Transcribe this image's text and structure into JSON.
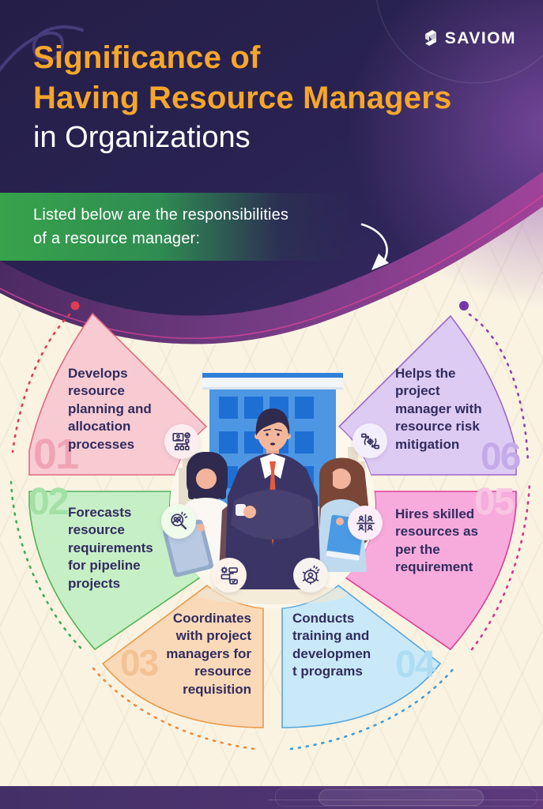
{
  "brand": {
    "name": "SAVIOM"
  },
  "header": {
    "title_line1": "Significance of",
    "title_line2": "Having Resource Managers",
    "title_line3": "in Organizations",
    "title_accent_color": "#F6A62B",
    "background_color": "#2A2350",
    "banner_text": "Listed below are the responsibilities\nof a resource manager:",
    "banner_green": "#37A34B"
  },
  "diagram": {
    "center_illustration": "resource-manager-with-team-in-front-of-office-building",
    "segments": [
      {
        "number": "01",
        "label": "Develops\nresource\nplanning and\nallocation\nprocesses",
        "fill": "#F8CBD3",
        "stroke": "#E4677E",
        "number_color": "#F0A4B3",
        "dash_color": "#E23C50",
        "icon": "resource-planning-icon",
        "icon_bg": "#FDEDF0"
      },
      {
        "number": "02",
        "label": "Forecasts\nresource\nrequirements\nfor pipeline\nprojects",
        "fill": "#C6EFC6",
        "stroke": "#55B158",
        "number_color": "#A3E0A6",
        "dash_color": "#3FAE5A",
        "icon": "forecast-icon",
        "icon_bg": "#EFFBEB"
      },
      {
        "number": "03",
        "label": "Coordinates\nwith project\nmanagers for\nresource\nrequisition",
        "fill": "#FAD9B8",
        "stroke": "#E89A49",
        "number_color": "#F3C295",
        "dash_color": "#EE8A3C",
        "icon": "coordination-icon",
        "icon_bg": "#FDF3EA"
      },
      {
        "number": "04",
        "label": "Conducts\ntraining and\ndevelopmen\nt programs",
        "fill": "#C9E9F8",
        "stroke": "#57A5D9",
        "number_color": "#AEDCF3",
        "dash_color": "#3E9AD6",
        "icon": "training-icon",
        "icon_bg": "#F7F3EE"
      },
      {
        "number": "05",
        "label": "Hires skilled\nresources as\nper the\nrequirement",
        "fill": "#F7ABDC",
        "stroke": "#DE3D96",
        "number_color": "#F8C5E3",
        "dash_color": "#D6338D",
        "icon": "hiring-icon",
        "icon_bg": "#FBEEF7"
      },
      {
        "number": "06",
        "label": "Helps the\nproject\nmanager with\nresource risk\nmitigation",
        "fill": "#DDCBF4",
        "stroke": "#9C68C8",
        "number_color": "#C5AAE8",
        "dash_color": "#8A43B0",
        "icon": "risk-mitigation-icon",
        "icon_bg": "#F3EEFB"
      }
    ]
  },
  "colors": {
    "background": "#FAF3E2",
    "text_dark": "#312C5E",
    "footer_purple": "#4A3170"
  }
}
